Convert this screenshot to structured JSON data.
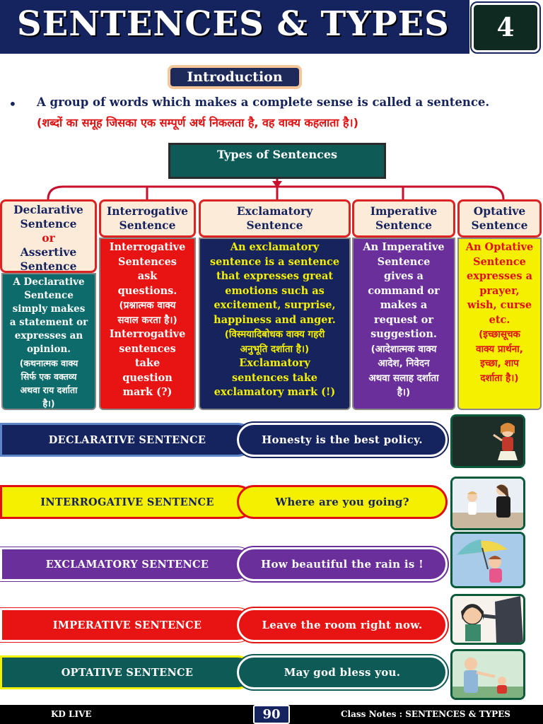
{
  "header": {
    "title": "SENTENCES & TYPES",
    "chapter_number": "4"
  },
  "intro": {
    "heading": "Introduction",
    "bullet": "•",
    "english": "A group of words which makes a complete sense is called a sentence.",
    "hindi": "(शब्दों का समूह जिसका एक सम्पूर्ण अर्थ निकलता है, वह वाक्य कहलाता है।)"
  },
  "types_heading": "Types of Sentences",
  "columns": [
    {
      "head_lines": [
        "Declarative",
        "Sentence",
        "or",
        "Assertive",
        "Sentence"
      ],
      "body_en": [
        "A Declarative",
        "Sentence",
        "simply makes",
        "a statement or",
        "expresses an",
        "opinion."
      ],
      "body_hi": [
        "(कथनात्मक वाक्य",
        "सिर्फ एक वक्तव्य",
        "अथवा राय दर्शाता",
        "है।)"
      ]
    },
    {
      "head_lines": [
        "Interrogative",
        "Sentence"
      ],
      "body_en": [
        "Interrogative",
        "Sentences",
        "ask",
        "questions."
      ],
      "body_hi": [
        "(प्रश्नात्मक वाक्य",
        "सवाल करता है।)"
      ],
      "body_en2": [
        "Interrogative",
        "sentences",
        "take",
        "question",
        "mark (?)"
      ]
    },
    {
      "head_lines": [
        "Exclamatory",
        "Sentence"
      ],
      "body_en": [
        "An exclamatory",
        "sentence is a sentence",
        "that expresses great",
        "emotions such as",
        "excitement, surprise,",
        "happiness and anger."
      ],
      "body_hi": [
        "(विस्मयादिबोधक वाक्य गहरी",
        "अनुभूति दर्शाता है।)"
      ],
      "body_en2": [
        "Exclamatory",
        "sentences take",
        "exclamatory mark (!)"
      ]
    },
    {
      "head_lines": [
        "Imperative",
        "Sentence"
      ],
      "body_en": [
        "An Imperative",
        "Sentence",
        "gives a",
        "command or",
        "makes a",
        "request or",
        "suggestion."
      ],
      "body_hi": [
        "(आदेशात्मक वाक्य",
        "आदेश, निवेदन",
        "अथवा सलाह दर्शाता",
        "है।)"
      ]
    },
    {
      "head_lines": [
        "Optative",
        "Sentence"
      ],
      "body_en": [
        "An Optative",
        "Sentence",
        "expresses a",
        "prayer,",
        "wish, curse",
        "etc."
      ],
      "body_hi": [
        "(इच्छासूचक",
        "वाक्य प्रार्थना,",
        "इच्छा, शाप",
        "दर्शाता है।)"
      ]
    }
  ],
  "examples": [
    {
      "type": "DECLARATIVE SENTENCE",
      "example": "Honesty is the best policy.",
      "image": "teacher-pointing-at-board"
    },
    {
      "type": "INTERROGATIVE SENTENCE",
      "example": "Where are you going?",
      "image": "mother-asking-child"
    },
    {
      "type": "EXCLAMATORY SENTENCE",
      "example": "How beautiful the rain is !",
      "image": "girl-with-umbrella-in-rain"
    },
    {
      "type": "IMPERATIVE SENTENCE",
      "example": "Leave the room right now.",
      "image": "teacher-scolding-student"
    },
    {
      "type": "OPTATIVE SENTENCE",
      "example": "May god bless you.",
      "image": "elder-blessing-child"
    }
  ],
  "footer": {
    "left": "KD LIVE",
    "page": "90",
    "right": "Class Notes  :  SENTENCES & TYPES"
  },
  "colors": {
    "navy": "#15235e",
    "red": "#e01010",
    "teal": "#0e6b6b",
    "yellow": "#f4f000",
    "purple": "#6a2f9a",
    "dark_navy": "#16235c"
  }
}
